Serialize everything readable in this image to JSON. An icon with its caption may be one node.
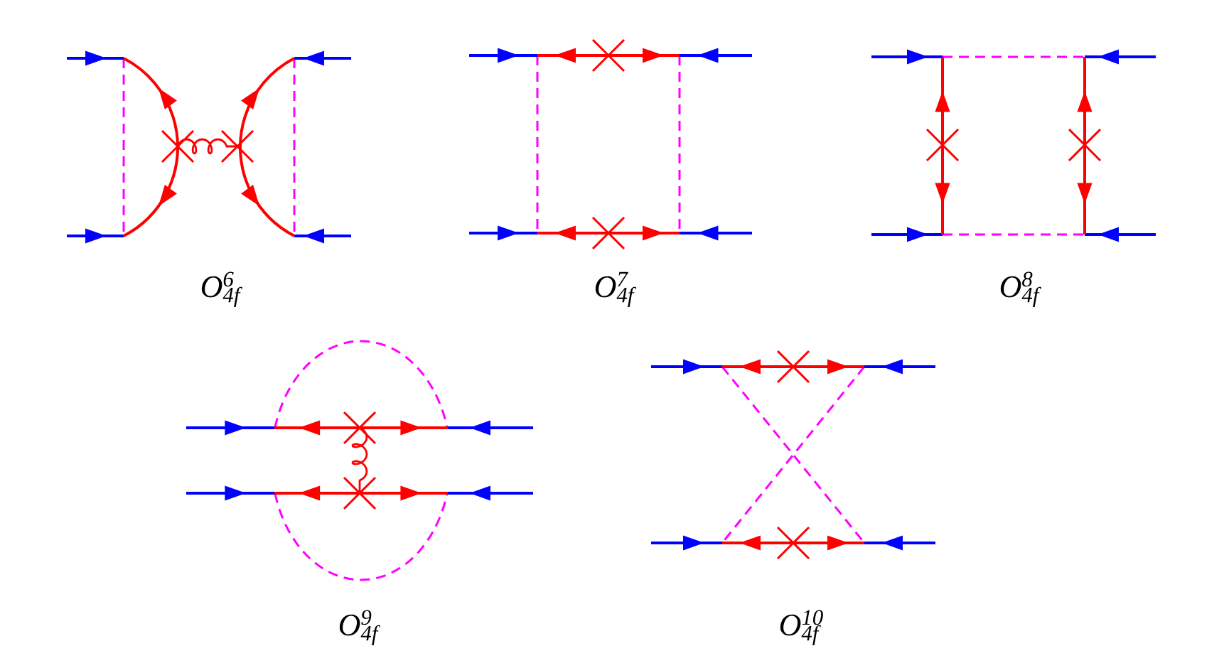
{
  "diagram": {
    "labels": [
      "O$^{6}$$_{4f}$",
      "O$^{7}$$_{4f}$",
      "O$^{8}$$_{4f}$",
      "O$^{9}$$_{4f}$",
      "O$^{10}$$_{4f}$"
    ]
  }
}
